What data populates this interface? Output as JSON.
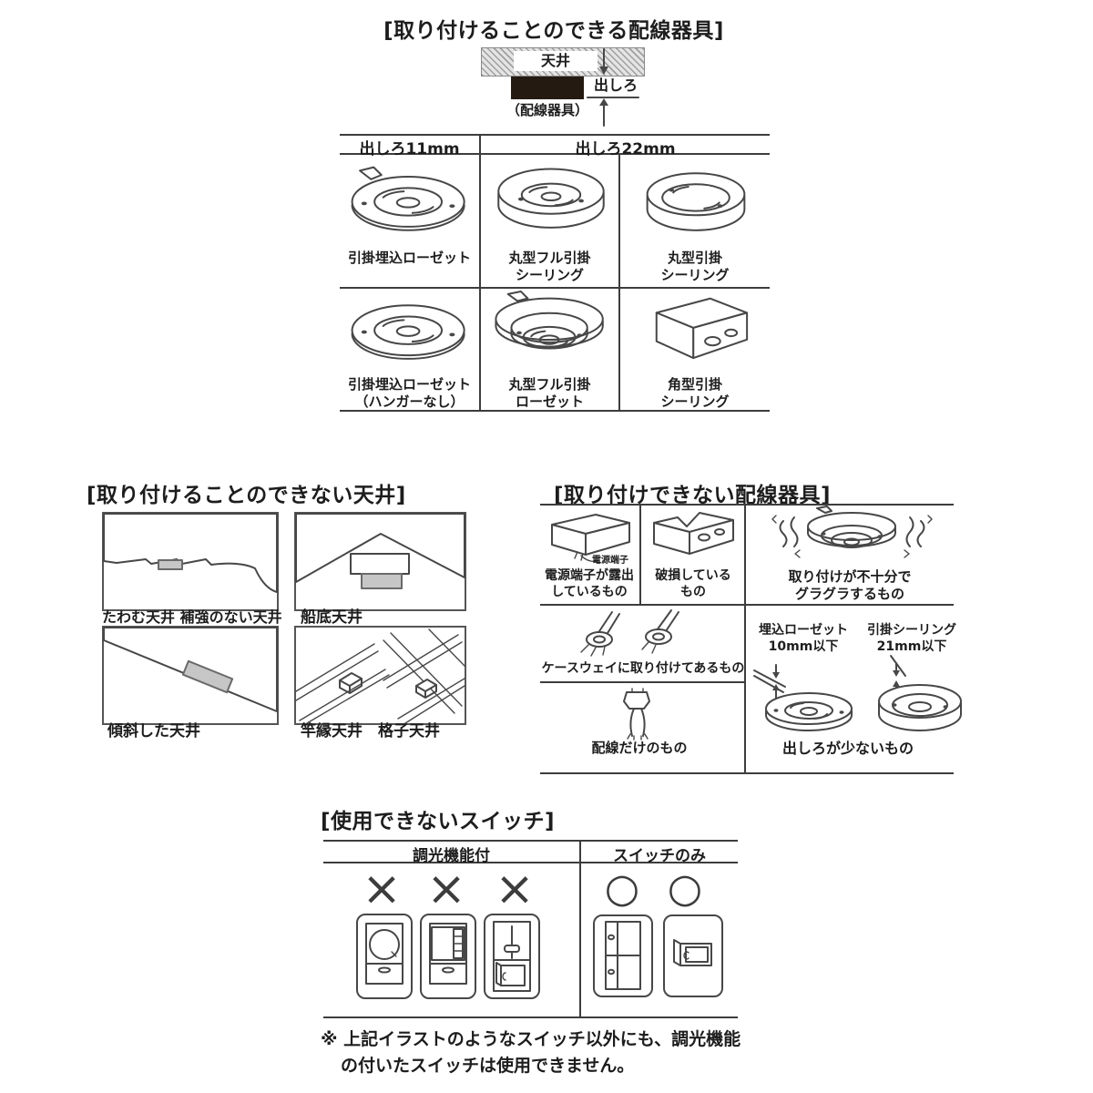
{
  "attachable": {
    "title": "[取り付けることのできる配線器具]",
    "diagram": {
      "ceiling_label": "天井",
      "device_label": "（配線器具）",
      "protrusion_label": "出しろ"
    },
    "col_headers": [
      "出しろ11mm",
      "出しろ22mm"
    ],
    "fixtures": [
      {
        "name": "引掛埋込ローゼット"
      },
      {
        "name": "丸型フル引掛\nシーリング"
      },
      {
        "name": "丸型引掛\nシーリング"
      },
      {
        "name": "引掛埋込ローゼット\n（ハンガーなし）"
      },
      {
        "name": "丸型フル引掛\nローゼット"
      },
      {
        "name": "角型引掛\nシーリング"
      }
    ]
  },
  "bad_ceilings": {
    "title": "[取り付けることのできない天井]",
    "panels": [
      {
        "caption": "たわむ天井 補強のない天井"
      },
      {
        "caption": "船底天井"
      },
      {
        "caption": "傾斜した天井"
      },
      {
        "caption": "竿縁天井　格子天井"
      }
    ]
  },
  "bad_devices": {
    "title": "[取り付けできない配線器具]",
    "exposed": {
      "caption": "電源端子が露出\nしているもの",
      "pointer_label": "電源端子"
    },
    "damaged": {
      "caption": "破損している\nもの"
    },
    "loose": {
      "caption": "取り付けが不十分で\nグラグラするもの"
    },
    "caseway": {
      "caption": "ケースウェイに取り付けてあるもの"
    },
    "wiring_only": {
      "caption": "配線だけのもの"
    },
    "low_protrusion": {
      "label_left": "埋込ローゼット\n10mm以下",
      "label_right": "引掛シーリング\n21mm以下",
      "caption": "出しろが少ないもの"
    }
  },
  "bad_switches": {
    "title": "[使用できないスイッチ]",
    "col_headers": [
      "調光機能付",
      "スイッチのみ"
    ],
    "ng_mark": "×",
    "ok_mark": "○",
    "note_line1": "※ 上記イラストのようなスイッチ以外にも、調光機能",
    "note_line2": "の付いたスイッチは使用できません。"
  }
}
